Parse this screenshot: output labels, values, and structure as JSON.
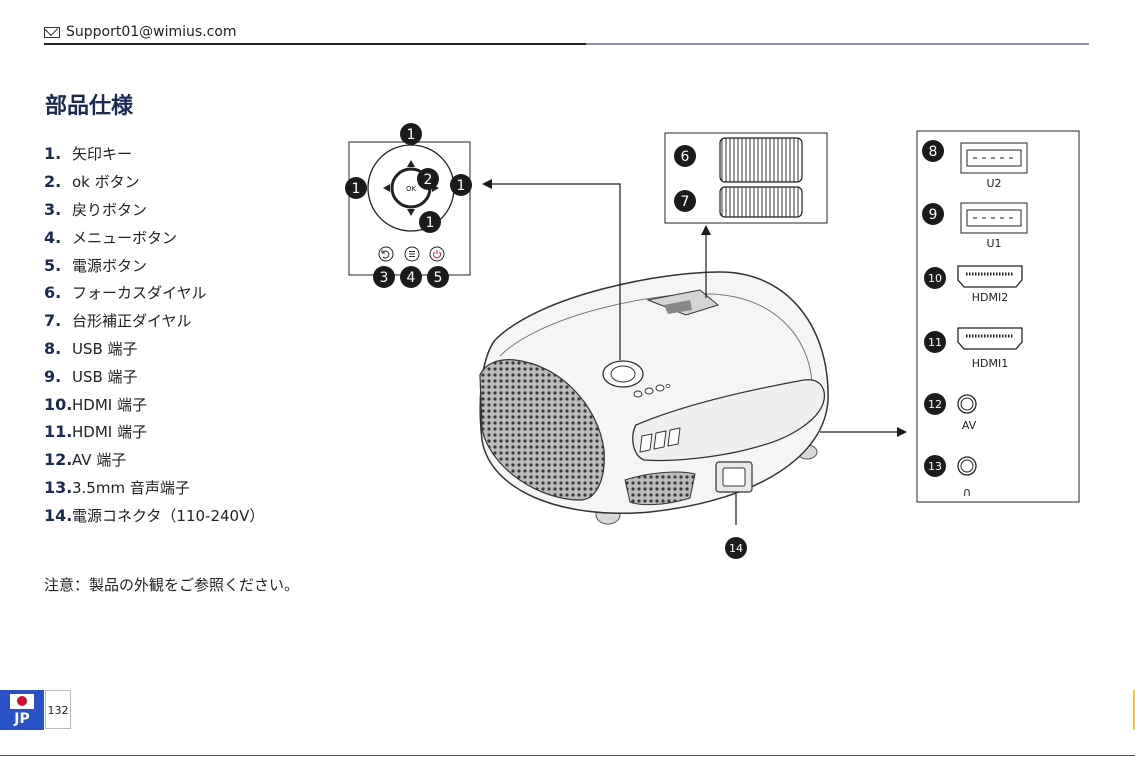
{
  "header": {
    "email": "Support01@wimius.com",
    "mail_icon": "mail-icon"
  },
  "title": "部品仕様",
  "parts": [
    {
      "num": "1.",
      "label": "矢印キー"
    },
    {
      "num": "2.",
      "label": "ok ボタン"
    },
    {
      "num": "3.",
      "label": "戻りボタン"
    },
    {
      "num": "4.",
      "label": "メニューボタン"
    },
    {
      "num": "5.",
      "label": "電源ボタン"
    },
    {
      "num": "6.",
      "label": "フォーカスダイヤル"
    },
    {
      "num": "7.",
      "label": "台形補正ダイヤル"
    },
    {
      "num": "8.",
      "label": "USB 端子"
    },
    {
      "num": "9.",
      "label": "USB 端子"
    },
    {
      "num": "10.",
      "label": "HDMI 端子"
    },
    {
      "num": "11.",
      "label": "HDMI 端子"
    },
    {
      "num": "12.",
      "label": "AV 端子"
    },
    {
      "num": "13.",
      "label": "3.5mm 音声端子"
    },
    {
      "num": "14.",
      "label": "電源コネクタ（110-240V）"
    }
  ],
  "note": "注意：製品の外観をご参照ください。",
  "diagram": {
    "control_markers": {
      "up": "1",
      "left": "1",
      "right": "1",
      "down": "1",
      "ok": "2",
      "back": "3",
      "menu": "4",
      "power": "5"
    },
    "ok_label": "OK",
    "icons": {
      "back": "back-icon",
      "menu": "menu-icon",
      "power": "power-icon"
    },
    "dial_markers": {
      "focus": "6",
      "keystone": "7"
    },
    "port_markers": {
      "usb2": "8",
      "usb1": "9",
      "hdmi2": "10",
      "hdmi1": "11",
      "av": "12",
      "audio": "13",
      "power": "14"
    },
    "port_labels": {
      "usb2": "U2",
      "usb1": "U1",
      "hdmi2": "HDMI2",
      "hdmi1": "HDMI1",
      "av": "AV",
      "audio": "∩"
    }
  },
  "footer": {
    "lang": "JP",
    "page": "132"
  },
  "colors": {
    "navy": "#1b2a52",
    "badge_blue": "#2952c6",
    "flag_red": "#d0112b",
    "accent_yellow": "#f2c230"
  }
}
